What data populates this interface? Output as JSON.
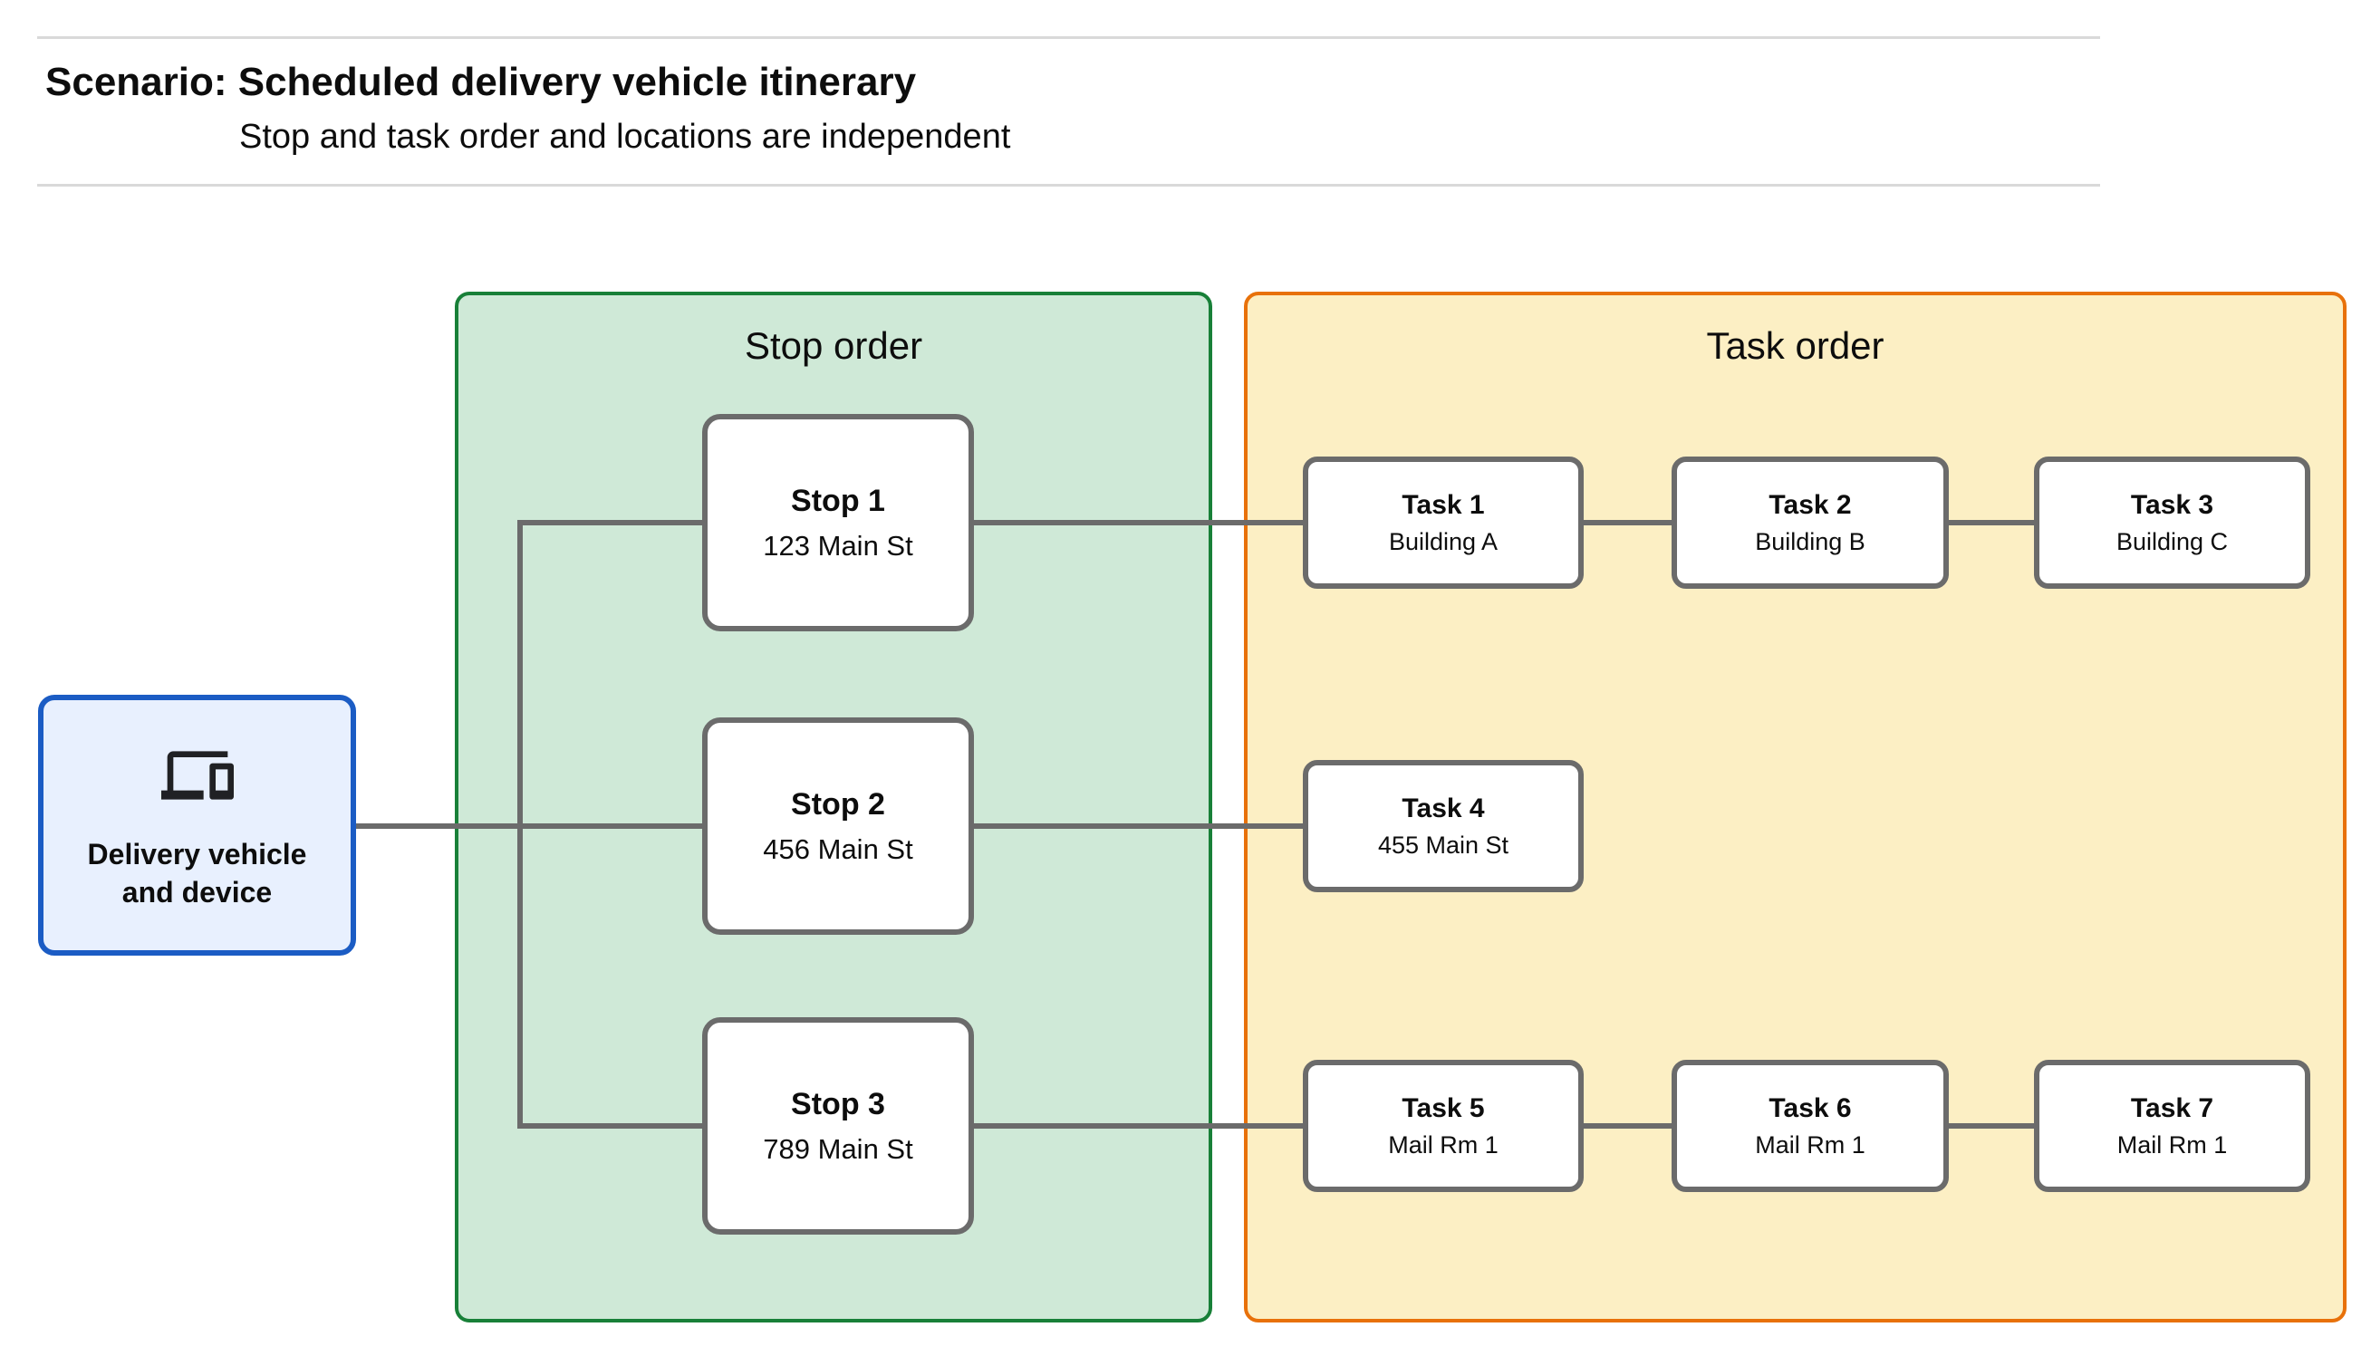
{
  "header": {
    "title": "Scenario: Scheduled delivery vehicle itinerary",
    "subtitle": "Stop and task order and locations are independent"
  },
  "source_node": {
    "label": "Delivery vehicle and device",
    "icon": "devices-icon"
  },
  "panels": {
    "stop": {
      "label": "Stop order",
      "fill": "#cfe9d7",
      "border": "#188038"
    },
    "task": {
      "label": "Task order",
      "fill": "#fcefc4",
      "border": "#e8710a"
    }
  },
  "stops": [
    {
      "title": "Stop 1",
      "location": "123 Main St"
    },
    {
      "title": "Stop 2",
      "location": "456 Main St"
    },
    {
      "title": "Stop 3",
      "location": "789 Main St"
    }
  ],
  "tasks": [
    {
      "title": "Task 1",
      "location": "Building A"
    },
    {
      "title": "Task 2",
      "location": "Building B"
    },
    {
      "title": "Task 3",
      "location": "Building C"
    },
    {
      "title": "Task 4",
      "location": "455 Main St"
    },
    {
      "title": "Task 5",
      "location": "Mail Rm 1"
    },
    {
      "title": "Task 6",
      "location": "Mail Rm 1"
    },
    {
      "title": "Task 7",
      "location": "Mail Rm 1"
    }
  ],
  "edges": [
    {
      "from": "delivery-vehicle",
      "to": "stop-1"
    },
    {
      "from": "delivery-vehicle",
      "to": "stop-2"
    },
    {
      "from": "delivery-vehicle",
      "to": "stop-3"
    },
    {
      "from": "stop-1",
      "to": "task-1"
    },
    {
      "from": "task-1",
      "to": "task-2"
    },
    {
      "from": "task-2",
      "to": "task-3"
    },
    {
      "from": "stop-2",
      "to": "task-4"
    },
    {
      "from": "stop-3",
      "to": "task-5"
    },
    {
      "from": "task-5",
      "to": "task-6"
    },
    {
      "from": "task-6",
      "to": "task-7"
    }
  ],
  "colors": {
    "connector": "#6b6b6b",
    "node_border": "#6b6b6b",
    "source_fill": "#e8f0fe",
    "source_border": "#1b5cc4",
    "divider": "#d9d9d9",
    "text": "#0d0d0d"
  }
}
